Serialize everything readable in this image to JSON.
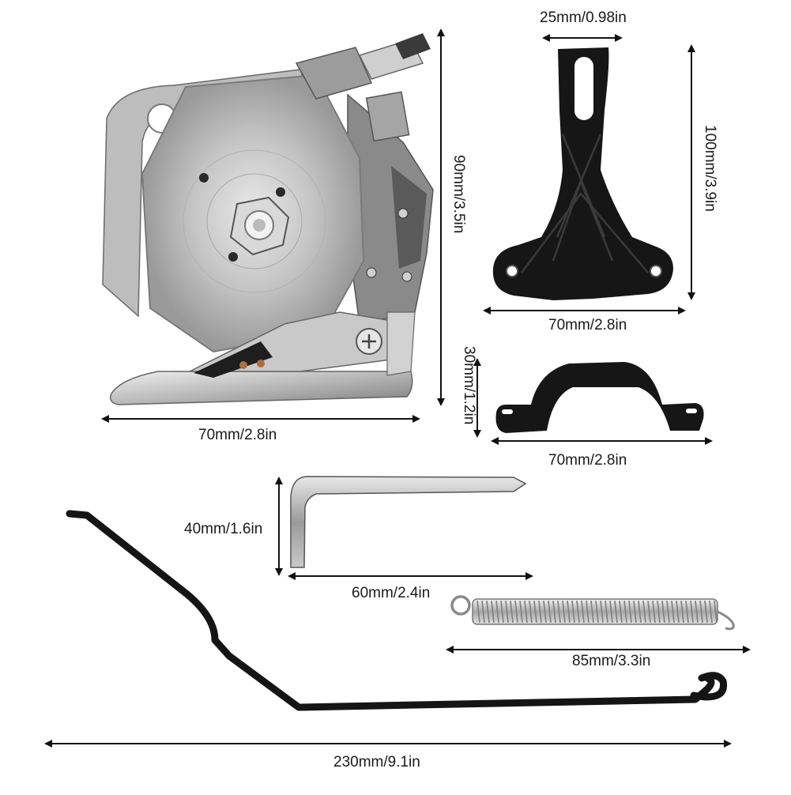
{
  "dimensions": {
    "cutter_width": "70mm/2.8in",
    "cutter_height": "90mm/3.5in",
    "handle_top_width": "25mm/0.98in",
    "handle_height": "100mm/3.9in",
    "handle_base_width": "70mm/2.8in",
    "clamp_height": "30mm/1.2in",
    "clamp_width": "70mm/2.8in",
    "wrench_height": "40mm/1.6in",
    "wrench_width": "60mm/2.4in",
    "spring_length": "85mm/3.3in",
    "lever_length": "230mm/9.1in"
  },
  "colors": {
    "metal_light": "#d8d8d8",
    "metal_mid": "#a9a9a9",
    "metal_dark": "#6f6f6f",
    "black_part": "#141414",
    "dimension_line": "#111111"
  }
}
